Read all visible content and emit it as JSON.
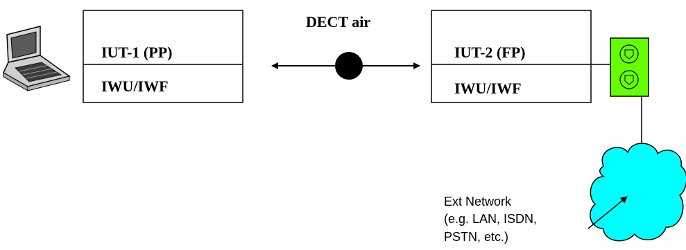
{
  "air_interface": {
    "label": "DECT air"
  },
  "iut1": {
    "title": "IUT-1 (PP)",
    "sub": "IWU/IWF"
  },
  "iut2": {
    "title": "IUT-2 (FP)",
    "sub": "IWU/IWF"
  },
  "network": {
    "lines": [
      "Ext Network",
      "(e.g. LAN, ISDN,",
      "PSTN, etc.)"
    ]
  },
  "colors": {
    "outlet": "#66ff00",
    "cloud": "#00ffff",
    "line": "#000000",
    "laptop_screen": "#5a5a5a"
  },
  "icons": [
    "laptop-icon",
    "wall-outlet-icon",
    "network-cloud-icon"
  ]
}
